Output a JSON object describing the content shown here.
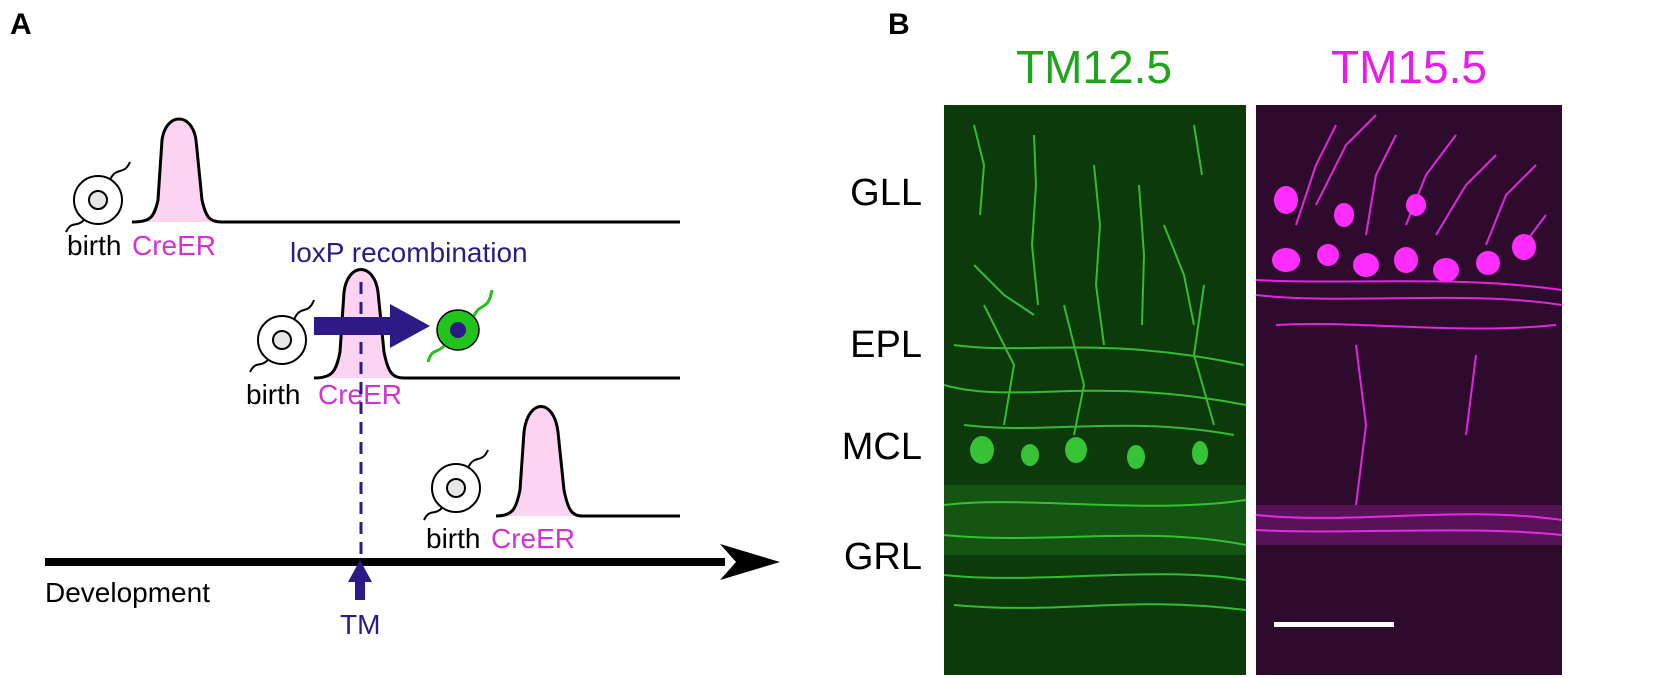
{
  "panels": {
    "a": {
      "letter": "A"
    },
    "b": {
      "letter": "B"
    }
  },
  "schematic": {
    "birth_label": "birth",
    "creer_label": "CreER",
    "recombination_label": "loxP recombination",
    "timeline_label": "Development",
    "tm_label": "TM"
  },
  "micrographs": {
    "left_title": "TM12.5",
    "right_title": "TM15.5",
    "layers": [
      "GLL",
      "EPL",
      "MCL",
      "GRL"
    ]
  },
  "colors": {
    "creer_text": "#d62fd6",
    "creer_fill": "#fcd3f0",
    "recombination": "#2e1a87",
    "green_cell": "#22c31a",
    "green_stain": "#3bd23a",
    "green_bg": "#0c3a0b",
    "magenta_stain": "#ff2dff",
    "magenta_bg": "#2e0a2c",
    "tm125_title": "#1ea51b",
    "tm155_title": "#e81ee8"
  }
}
